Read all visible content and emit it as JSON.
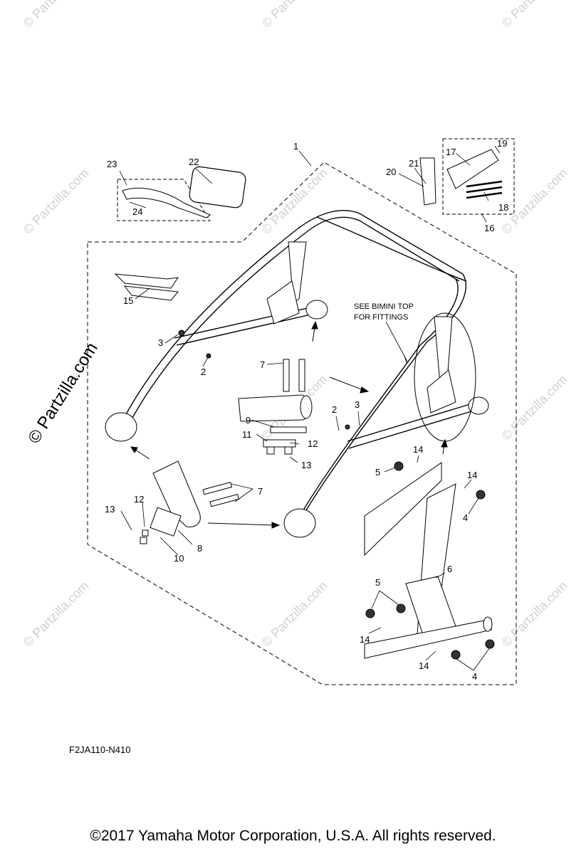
{
  "callouts": {
    "c1": "1",
    "c2a": "2",
    "c2b": "2",
    "c3a": "3",
    "c3b": "3",
    "c4a": "4",
    "c4b": "4",
    "c5a": "5",
    "c5b": "5",
    "c6": "6",
    "c7a": "7",
    "c7b": "7",
    "c8": "8",
    "c9": "9",
    "c10": "10",
    "c11": "11",
    "c12a": "12",
    "c12b": "12",
    "c13a": "13",
    "c13b": "13",
    "c14a": "14",
    "c14b": "14",
    "c14c": "14",
    "c14d": "14",
    "c15": "15",
    "c16": "16",
    "c17": "17",
    "c18": "18",
    "c19": "19",
    "c20": "20",
    "c21": "21",
    "c22": "22",
    "c23": "23",
    "c24": "24"
  },
  "note": {
    "line1": "SEE BIMINI TOP",
    "line2": "FOR FITTINGS"
  },
  "watermark": {
    "small": "© Partzilla.com",
    "big": "© Partzilla.com"
  },
  "diagram_code": "F2JA110-N410",
  "copyright": "©2017  Yamaha Motor Corporation, U.S.A. All rights reserved."
}
